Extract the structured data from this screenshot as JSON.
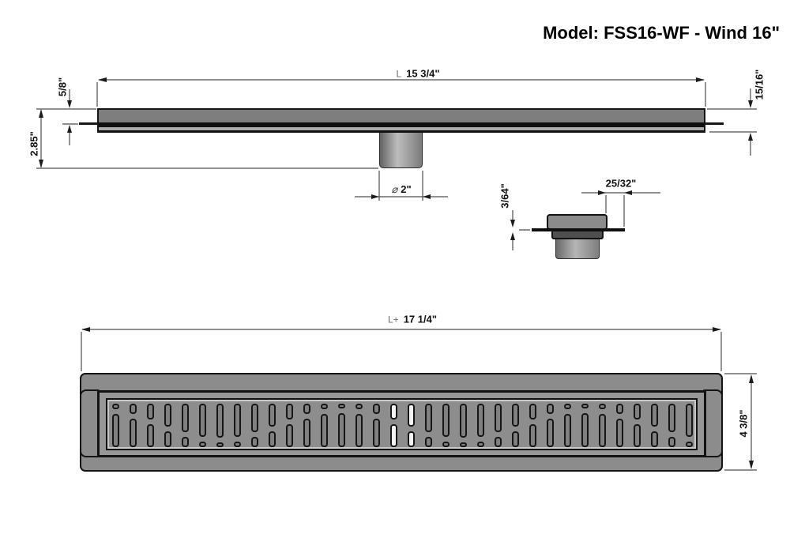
{
  "title": "Model: FSS16-WF - Wind 16\"",
  "colors": {
    "metal_gray": "#8c8c8c",
    "line_black": "#141414",
    "slot_highlight": "#f4f4f4"
  },
  "side_view": {
    "dim_length_prefix": "L",
    "dim_length": "15 3/4\"",
    "dim_flange_depth": "5/8\"",
    "dim_overall_depth": "2.85\"",
    "dim_body_height": "15/16\"",
    "dim_outlet_symbol": "⌀",
    "dim_outlet_diameter": "2\""
  },
  "end_view": {
    "dim_flange_overhang": "25/32\"",
    "dim_flange_thickness": "3/64\""
  },
  "plan_view": {
    "dim_length_prefix": "L+",
    "dim_length": "17 1/4\"",
    "dim_width": "4 3/8\"",
    "grate": {
      "pattern": "wind",
      "columns": 34,
      "highlight_columns": [
        16,
        17
      ]
    }
  }
}
